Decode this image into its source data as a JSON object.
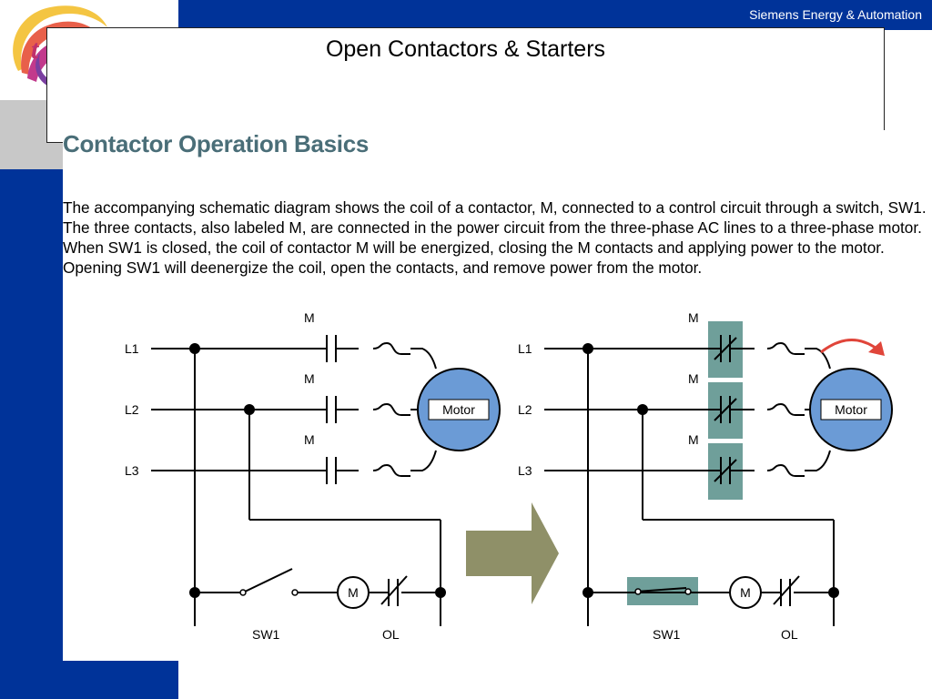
{
  "header": {
    "company": "Siemens Energy & Automation",
    "title": "Open Contactors & Starters"
  },
  "logo": {
    "text": "t"
  },
  "section": {
    "heading": "Contactor Operation Basics",
    "paragraph": "The accompanying schematic diagram shows the coil of a contactor, M, connected to a control circuit through a switch, SW1. The three contacts, also labeled M, are connected in the power circuit from the three-phase AC lines to a three-phase motor. When SW1 is closed, the coil of contactor M will be energized, closing the M contacts and applying power to the motor. Opening SW1 will deenergize the coil, open the contacts, and remove power from the motor."
  },
  "diagram": {
    "left": {
      "line_labels": [
        "L1",
        "L2",
        "L3"
      ],
      "contact_labels": [
        "M",
        "M",
        "M"
      ],
      "motor_label": "Motor",
      "coil_label": "M",
      "switch_label": "SW1",
      "overload_label": "OL"
    },
    "right": {
      "line_labels": [
        "L1",
        "L2",
        "L3"
      ],
      "contact_labels": [
        "M",
        "M",
        "M"
      ],
      "motor_label": "Motor",
      "coil_label": "M",
      "switch_label": "SW1",
      "overload_label": "OL"
    },
    "colors": {
      "highlight": "#6f9f9a",
      "motor": "#6b9bd6",
      "arrow": "#8f9068",
      "rotation_arrow": "#e0453a"
    }
  }
}
